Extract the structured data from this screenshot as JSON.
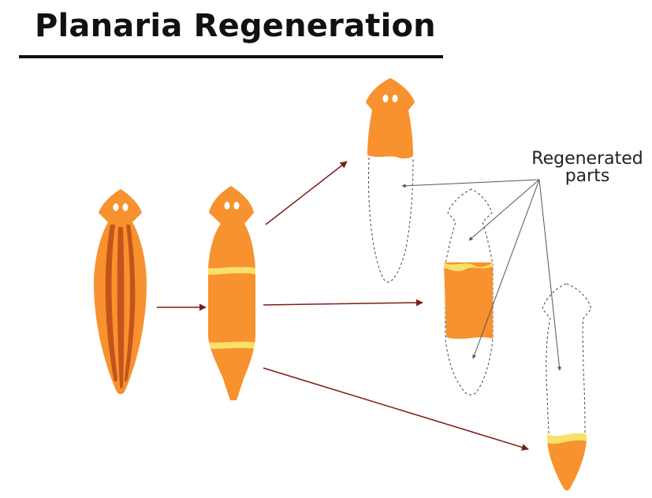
{
  "title": "Planaria Regeneration",
  "callout": {
    "line1": "Regenerated",
    "line2": "parts"
  },
  "colors": {
    "body": "#F7922E",
    "gut": "#C4541C",
    "cut": "#F8E16A",
    "eye": "#FFFFFF",
    "arrow": "#7A1E15",
    "pointer": "#555555",
    "dashed_outline": "#444444"
  }
}
